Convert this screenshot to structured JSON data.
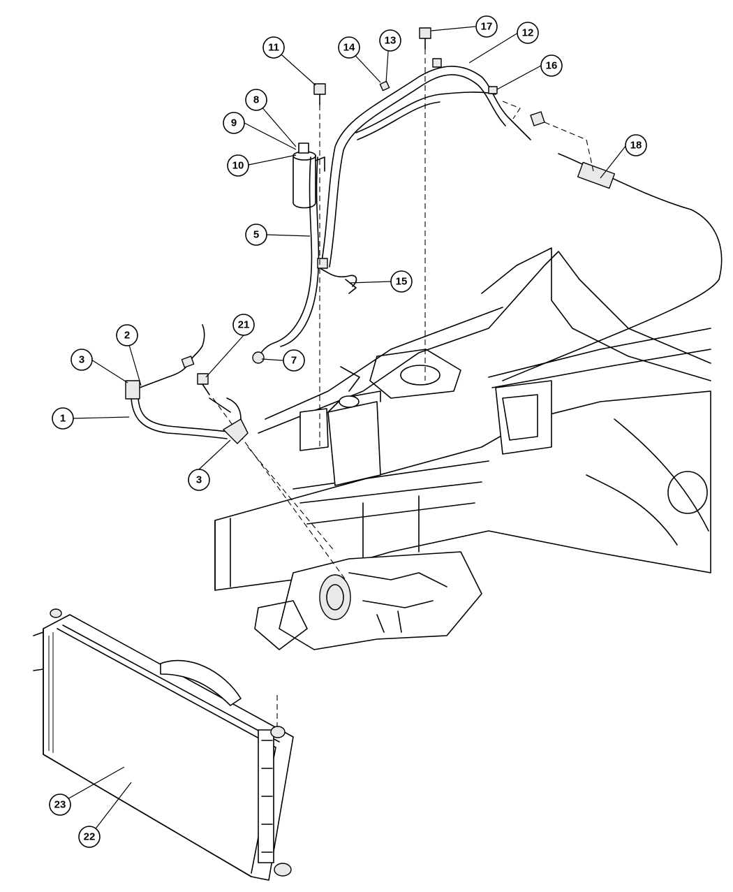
{
  "callouts": {
    "c1": "1",
    "c2": "2",
    "c3a": "3",
    "c3b": "3",
    "c5": "5",
    "c7": "7",
    "c8": "8",
    "c9": "9",
    "c10": "10",
    "c11": "11",
    "c12": "12",
    "c13": "13",
    "c14": "14",
    "c15": "15",
    "c16": "16",
    "c17": "17",
    "c18": "18",
    "c21": "21",
    "c22": "22",
    "c23": "23"
  }
}
